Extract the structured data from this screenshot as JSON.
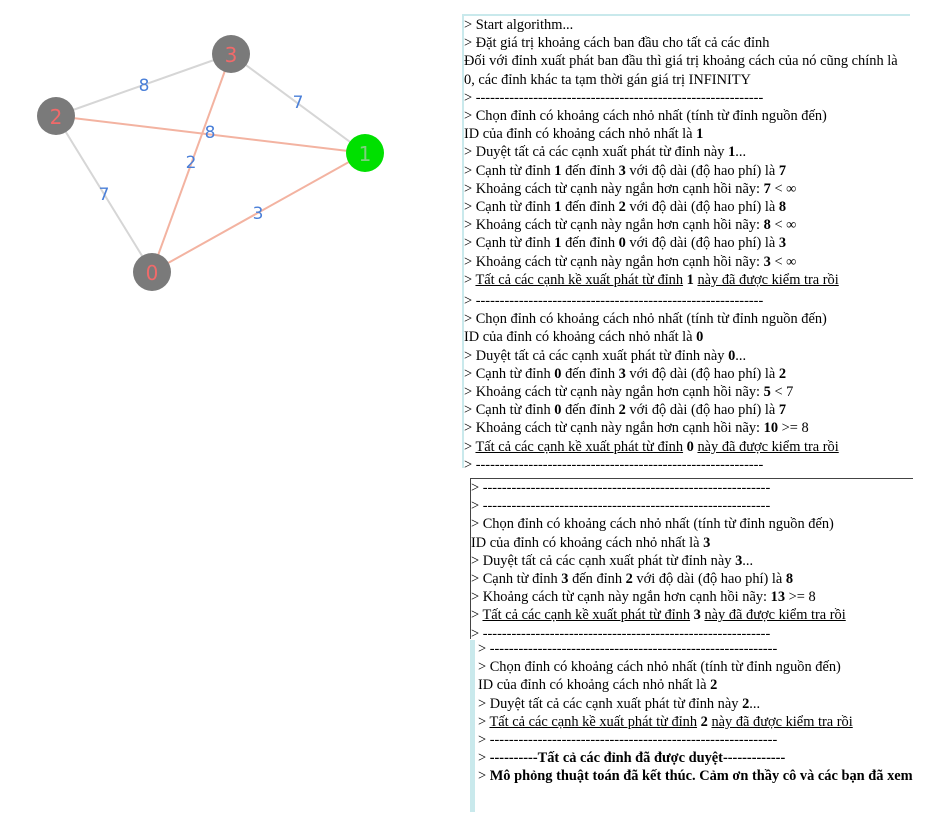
{
  "graph": {
    "nodes": [
      {
        "id": "0",
        "label": "0",
        "color": "#7a7a7a",
        "active": false
      },
      {
        "id": "1",
        "label": "1",
        "color": "#00e000",
        "active": true
      },
      {
        "id": "2",
        "label": "2",
        "color": "#7a7a7a",
        "active": false
      },
      {
        "id": "3",
        "label": "3",
        "color": "#7a7a7a",
        "active": false
      }
    ],
    "edges": [
      {
        "from": "2",
        "to": "3",
        "weight": "8",
        "highlighted": false
      },
      {
        "from": "3",
        "to": "1",
        "weight": "7",
        "highlighted": false
      },
      {
        "from": "2",
        "to": "1",
        "weight": "8",
        "highlighted": true
      },
      {
        "from": "3",
        "to": "0",
        "weight": "2",
        "highlighted": true
      },
      {
        "from": "2",
        "to": "0",
        "weight": "7",
        "highlighted": false
      },
      {
        "from": "0",
        "to": "1",
        "weight": "3",
        "highlighted": true
      }
    ],
    "colors": {
      "edge": "#d6d6d6",
      "edge_highlight": "#f3b3a1",
      "label": "#4a7fd8",
      "node_text": "#f06a6a"
    }
  },
  "log1": [
    "> Start algorithm...",
    "> Đặt giá trị khoảng cách ban đầu cho tất cả các đỉnh",
    "Đối với đỉnh xuất phát ban đầu thì giá trị khoảng cách của nó cũng chính là 0, các đỉnh khác ta tạm thời gán giá trị INFINITY",
    "> ------------------------------------------------------------",
    "> Chọn đỉnh có khoảng cách nhỏ nhất (tính từ đỉnh nguồn đến)",
    "ID của đỉnh có khoảng cách nhỏ nhất là 1",
    "> Duyệt tất cả các cạnh xuất phát từ đỉnh này 1...",
    "> Cạnh từ đỉnh 1 đến đỉnh 3 với độ dài (độ hao phí) là 7",
    "> Khoảng cách từ cạnh này ngắn hơn cạnh hồi nãy: 7 < ∞",
    "> Cạnh từ đỉnh 1 đến đỉnh 2 với độ dài (độ hao phí) là 8",
    "> Khoảng cách từ cạnh này ngắn hơn cạnh hồi nãy: 8 < ∞",
    "> Cạnh từ đỉnh 1 đến đỉnh 0 với độ dài (độ hao phí) là 3",
    "> Khoảng cách từ cạnh này ngắn hơn cạnh hồi nãy: 3 < ∞",
    "> Tất cả các cạnh kề xuất phát từ đỉnh 1 này đã được kiểm tra rồi"
  ],
  "log2": [
    "> ------------------------------------------------------------",
    "> Chọn đỉnh có khoảng cách nhỏ nhất (tính từ đỉnh nguồn đến)",
    "ID của đỉnh có khoảng cách nhỏ nhất là 0",
    "> Duyệt tất cả các cạnh xuất phát từ đỉnh này 0...",
    "> Cạnh từ đỉnh 0 đến đỉnh 3 với độ dài (độ hao phí) là 2",
    "> Khoảng cách từ cạnh này ngắn hơn cạnh hồi nãy: 5 < 7",
    "> Cạnh từ đỉnh 0 đến đỉnh 2 với độ dài (độ hao phí) là 7",
    "> Khoảng cách từ cạnh này ngắn hơn cạnh hồi nãy: 10 >= 8",
    "> Tất cả các cạnh kề xuất phát từ đỉnh 0 này đã được kiểm tra rồi",
    "> ------------------------------------------------------------"
  ],
  "log3": [
    "> ------------------------------------------------------------",
    "> ------------------------------------------------------------",
    "> Chọn đỉnh có khoảng cách nhỏ nhất (tính từ đỉnh nguồn đến)",
    "ID của đỉnh có khoảng cách nhỏ nhất là 3",
    "> Duyệt tất cả các cạnh xuất phát từ đỉnh này 3...",
    "> Cạnh từ đỉnh 3 đến đỉnh 2 với độ dài (độ hao phí) là 8",
    "> Khoảng cách từ cạnh này ngắn hơn cạnh hồi nãy: 13 >= 8",
    "> Tất cả các cạnh kề xuất phát từ đỉnh 3 này đã được kiểm tra rồi",
    "> ------------------------------------------------------------"
  ],
  "log4": [
    "> ------------------------------------------------------------",
    "> Chọn đỉnh có khoảng cách nhỏ nhất (tính từ đỉnh nguồn đến)",
    "ID của đỉnh có khoảng cách nhỏ nhất là 2",
    "> Duyệt tất cả các cạnh xuất phát từ đỉnh này 2...",
    "> Tất cả các cạnh kề xuất phát từ đỉnh 2 này đã được kiểm tra rồi",
    "> ------------------------------------------------------------",
    "> ----------Tất cả các đỉnh đã được duyệt-------------",
    "> Mô phỏng thuật toán đã kết thúc. Cảm ơn thầy cô và các bạn đã xem"
  ]
}
